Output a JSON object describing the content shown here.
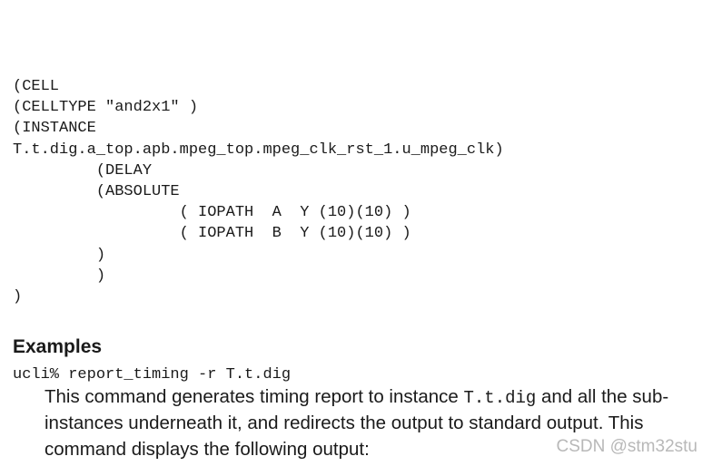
{
  "sdf_code": {
    "lines": [
      "(CELL",
      "(CELLTYPE \"and2x1\" )",
      "(INSTANCE",
      "T.t.dig.a_top.apb.mpeg_top.mpeg_clk_rst_1.u_mpeg_clk)",
      "         (DELAY",
      "         (ABSOLUTE",
      "                  ( IOPATH  A  Y (10)(10) )",
      "                  ( IOPATH  B  Y (10)(10) )",
      "         )",
      "         )",
      ")"
    ]
  },
  "examples": {
    "heading": "Examples",
    "command": "ucli% report_timing -r T.t.dig",
    "description_before": "This command generates timing report to instance ",
    "description_code": "T.t.dig",
    "description_after": " and all the sub-instances underneath it, and redirects the output to standard output. This command displays the following output:"
  },
  "watermark": "CSDN @stm32stu"
}
